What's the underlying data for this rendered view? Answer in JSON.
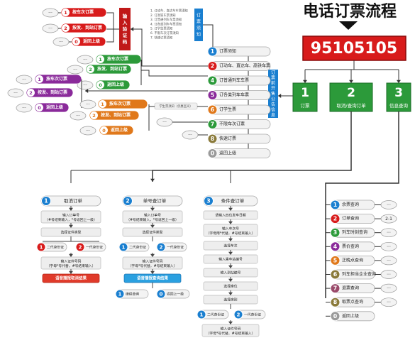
{
  "title": "电话订票流程",
  "hotline": "95105105",
  "colors": {
    "red": "#d81b1b",
    "dark_red": "#a80f0f",
    "green": "#2c9a3a",
    "blue": "#1a7fd0",
    "purple": "#8a2a9a",
    "orange": "#e0781a",
    "gray": "#9a9a9a",
    "olive": "#8a7a3a",
    "accent_bar": "#1a7fd0"
  },
  "main_options": [
    {
      "num": "1",
      "label": "订票",
      "color": "#2c9a3a"
    },
    {
      "num": "2",
      "label": "取消/查询订单",
      "color": "#2c9a3a"
    },
    {
      "num": "3",
      "label": "信息查询",
      "color": "#2c9a3a"
    }
  ],
  "notice_bar": "订票时间\n前\n开售\n公\n告\n信\n息",
  "ticket_menu": [
    {
      "num": "1",
      "label": "订票须知",
      "color": "#1a7fd0"
    },
    {
      "num": "2",
      "label": "订动车、直达车、高铁车票",
      "color": "#d81b1b"
    },
    {
      "num": "4",
      "label": "订普通列车车票",
      "color": "#2c9a3a"
    },
    {
      "num": "5",
      "label": "订各类列车车票",
      "color": "#8a2a9a"
    },
    {
      "num": "6",
      "label": "订学生票",
      "color": "#e0781a"
    },
    {
      "num": "7",
      "label": "不限车次订票",
      "color": "#2c9a3a"
    },
    {
      "num": "8",
      "label": "快速订票",
      "color": "#8a7a3a"
    },
    {
      "num": "0",
      "label": "返回上级",
      "color": "#9a9a9a"
    }
  ],
  "notice_list": {
    "header": "订票须知",
    "items": [
      "1. 订动车、直达车车票须知",
      "2. 订高铁车票须知",
      "3. 订普通列车车票须知",
      "4. 订各类列车车票须知",
      "5. 订学生票须知",
      "6. 不限车次订票须知",
      "7. 快速订票须知"
    ]
  },
  "auth_box": "输入验证码",
  "sub_red": [
    {
      "num": "1",
      "label": "按车次订票",
      "color": "#d81b1b"
    },
    {
      "num": "2",
      "label": "按发、到站订票",
      "color": "#d81b1b"
    },
    {
      "num": "0",
      "label": "返回上级",
      "color": "#d81b1b"
    }
  ],
  "sub_green": [
    {
      "num": "1",
      "label": "按车次订票",
      "color": "#2c9a3a"
    },
    {
      "num": "2",
      "label": "按发、到站订票",
      "color": "#2c9a3a"
    },
    {
      "num": "0",
      "label": "返回上级",
      "color": "#2c9a3a"
    }
  ],
  "sub_purple": [
    {
      "num": "1",
      "label": "按车次订票",
      "color": "#8a2a9a"
    },
    {
      "num": "2",
      "label": "按发、到站订票",
      "color": "#8a2a9a"
    },
    {
      "num": "0",
      "label": "返回上级",
      "color": "#8a2a9a"
    }
  ],
  "sub_orange": [
    {
      "num": "1",
      "label": "按车次订票",
      "color": "#e0781a"
    },
    {
      "num": "2",
      "label": "按发、到站订票",
      "color": "#e0781a"
    },
    {
      "num": "0",
      "label": "返回上级",
      "color": "#e0781a"
    }
  ],
  "student_note": "学生票须知（优惠区间）",
  "ellipsis": "···",
  "cancel_col": {
    "header_num": "1",
    "header": "取消订单",
    "steps": [
      "输入订单号\n（#号结束输入，*号返回上一级）",
      "选择证件类型"
    ],
    "choices": [
      {
        "num": "1",
        "label": "二代身份证"
      },
      {
        "num": "2",
        "label": "一代身份证"
      }
    ],
    "steps2": [
      "输入证件号码\n（字母*号代替，#号结束输入）"
    ],
    "result": "语音播报取消结果"
  },
  "order_col": {
    "header_num": "2",
    "header": "单号查订单",
    "steps": [
      "输入订单号\n（#号结束输入，*号返回上一级）",
      "选择证件类型"
    ],
    "choices": [
      {
        "num": "1",
        "label": "二代身份证"
      },
      {
        "num": "2",
        "label": "一代身份证"
      }
    ],
    "steps2": [
      "输入证件号码\n（字母*号代替，#号结束输入）"
    ],
    "result": "语音播报查询结果",
    "after": [
      {
        "num": "1",
        "label": "继续查询"
      },
      {
        "num": "0",
        "label": "返回上一级"
      }
    ]
  },
  "cond_col": {
    "header_num": "3",
    "header": "条件查订单",
    "steps": [
      "请输入四位发车日期",
      "输入车次号\n（字母用*代替，#号结束输入）",
      "选择车次",
      "输入乘车站编号",
      "输入到站编号",
      "选择座位",
      "选择席别"
    ],
    "choices": [
      {
        "num": "1",
        "label": "二代身份证"
      },
      {
        "num": "2",
        "label": "一代身份证"
      }
    ],
    "steps2": [
      "输入证件号码\n（字母*号代替，#号结束输入）"
    ]
  },
  "info_menu": [
    {
      "num": "1",
      "label": "余票查询",
      "color": "#1a7fd0"
    },
    {
      "num": "2",
      "label": "订单查询",
      "color": "#d81b1b"
    },
    {
      "num": "3",
      "label": "列车时刻查询",
      "color": "#2c9a3a"
    },
    {
      "num": "4",
      "label": "票价查询",
      "color": "#8a2a9a"
    },
    {
      "num": "5",
      "label": "正晚点查询",
      "color": "#e0781a"
    },
    {
      "num": "6",
      "label": "列车担当企业查询",
      "color": "#8a7a3a"
    },
    {
      "num": "7",
      "label": "退票查询",
      "color": "#9a4a6a"
    },
    {
      "num": "8",
      "label": "取票点查询",
      "color": "#8a7a3a"
    },
    {
      "num": "0",
      "label": "返回上级",
      "color": "#9a9a9a"
    }
  ],
  "bubble_21": "2-1"
}
